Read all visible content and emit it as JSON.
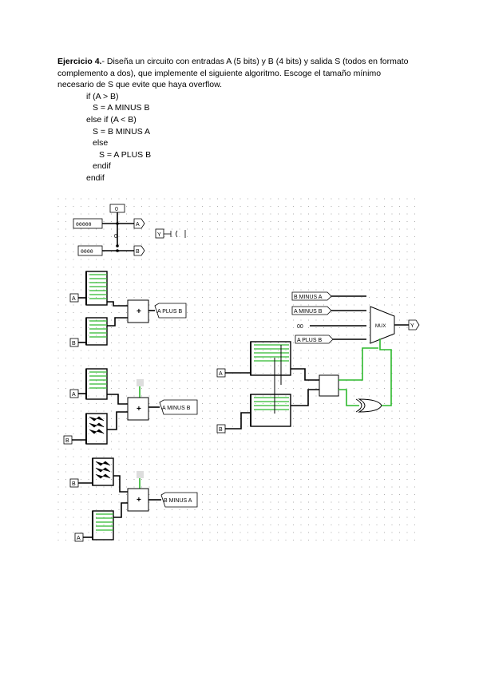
{
  "exercise": {
    "title": "Ejercicio 4.",
    "statement": "- Diseña un circuito con entradas A (5 bits) y B (4 bits) y salida S (todos en formato complemento a dos), que implemente el siguiente algoritmo. Escoge el tamaño mínimo necesario de S que evite que haya overflow.",
    "code": [
      "if (A > B)",
      "S = A MINUS B",
      "else if (A < B)",
      "S = B MINUS A",
      "else",
      "S = A PLUS B",
      "endif",
      "endif"
    ]
  },
  "circuit": {
    "top": {
      "const_top": "0",
      "input_a_bits": "00000",
      "pin_a": "A",
      "const_mid": "0",
      "pin_y": "Y",
      "input_b_bits": "0000",
      "pin_b": "B"
    },
    "adder1": {
      "pin_a": "A",
      "pin_b": "B",
      "op": "+",
      "tunnel": "A PLUS B"
    },
    "adder2": {
      "pin_a": "A",
      "pin_b": "B",
      "op": "+",
      "tunnel": "A MINUS B"
    },
    "adder3": {
      "pin_b": "B",
      "pin_a": "A",
      "op": "+",
      "tunnel": "B MINUS A"
    },
    "right": {
      "tunnel_bma": "B MINUS A",
      "tunnel_amb": "A MINUS B",
      "const_sel": "00",
      "tunnel_apb": "A PLUS B",
      "mux_label": "MUX",
      "out_pin": "Y",
      "pin_a": "A",
      "pin_b": "B"
    }
  }
}
